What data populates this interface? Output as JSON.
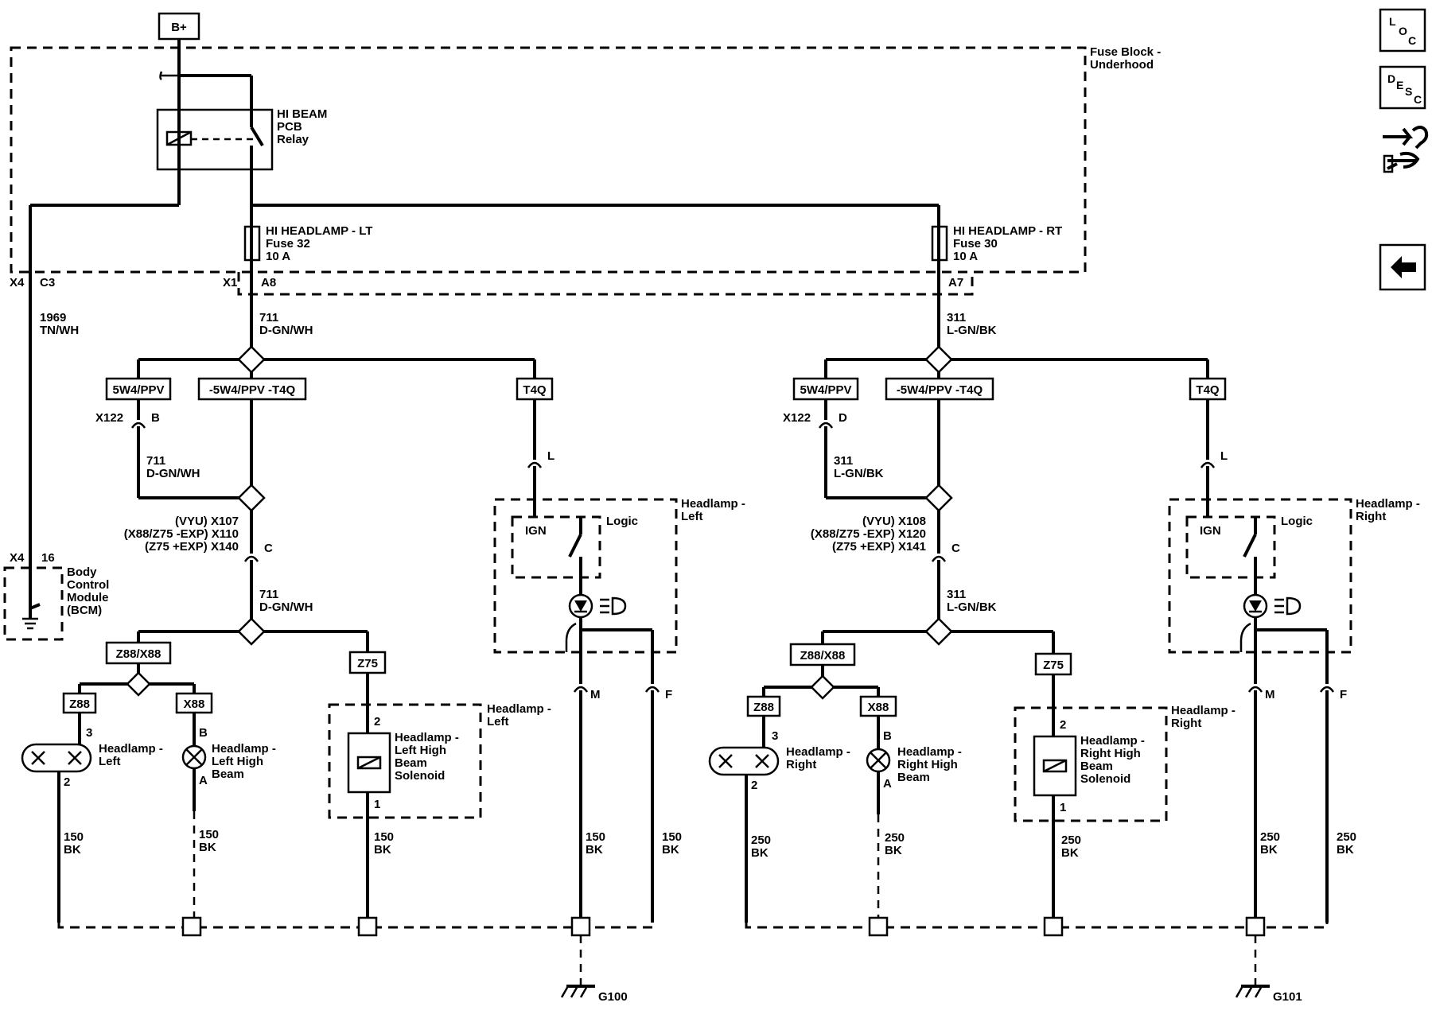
{
  "power": {
    "label": "B+"
  },
  "fuse_block": {
    "label_1": "Fuse Block -",
    "label_2": "Underhood"
  },
  "relay": {
    "line1": "HI BEAM",
    "line2": "PCB",
    "line3": "Relay"
  },
  "fuse_left": {
    "line1": "HI HEADLAMP - LT",
    "line2": "Fuse 32",
    "line3": "10 A"
  },
  "fuse_right": {
    "line1": "HI HEADLAMP - RT",
    "line2": "Fuse 30",
    "line3": "10 A"
  },
  "connectors": {
    "x4_c3": [
      "X4",
      "C3"
    ],
    "x1_a8": [
      "X1",
      "A8"
    ],
    "a7": "A7",
    "x4_16": [
      "X4",
      "16"
    ]
  },
  "wires": {
    "w1969": [
      "1969",
      "TN/WH"
    ],
    "w711": [
      "711",
      "D-GN/WH"
    ],
    "w311": [
      "311",
      "L-GN/BK"
    ],
    "w150": [
      "150",
      "BK"
    ],
    "w250": [
      "250",
      "BK"
    ]
  },
  "bcm": [
    "Body",
    "Control",
    "Module",
    "(BCM)"
  ],
  "options": {
    "o5w4": "5W4/PPV",
    "o5w4t4q": "-5W4/PPV -T4Q",
    "t4q": "T4Q",
    "z88x88": "Z88/X88",
    "z88": "Z88",
    "x88": "X88",
    "z75": "Z75"
  },
  "left": {
    "x122": "X122",
    "x122_pin": "B",
    "splice": [
      "(VYU) X107",
      "(X88/Z75 -EXP) X110",
      "(Z75 +EXP) X140"
    ],
    "splice_pin": "C",
    "headlamp_low": [
      "Headlamp -",
      "Left"
    ],
    "headlamp_high": [
      "Headlamp -",
      "Left High",
      "Beam"
    ],
    "solenoid": [
      "Headlamp -",
      "Left High",
      "Beam",
      "Solenoid"
    ],
    "solenoid_box": [
      "Headlamp -",
      "Left"
    ],
    "module": [
      "Headlamp -",
      "Left"
    ],
    "ground": "G100"
  },
  "right": {
    "x122": "X122",
    "x122_pin": "D",
    "splice": [
      "(VYU) X108",
      "(X88/Z75 -EXP) X120",
      "(Z75 +EXP) X141"
    ],
    "splice_pin": "C",
    "headlamp_low": [
      "Headlamp -",
      "Right"
    ],
    "headlamp_high": [
      "Headlamp -",
      "Right High",
      "Beam"
    ],
    "solenoid": [
      "Headlamp -",
      "Right High",
      "Beam",
      "Solenoid"
    ],
    "solenoid_box": [
      "Headlamp -",
      "Right"
    ],
    "module": [
      "Headlamp -",
      "Right"
    ],
    "ground": "G101"
  },
  "module_common": {
    "ign": "IGN",
    "logic": "Logic",
    "pin_l": "L",
    "pin_m": "M",
    "pin_f": "F"
  },
  "pins": {
    "p1": "1",
    "p2": "2",
    "p3": "3",
    "pa": "A",
    "pb": "B"
  },
  "side_buttons": {
    "loc": [
      "L",
      "O",
      "C"
    ],
    "desc": [
      "D",
      "E",
      "S",
      "C"
    ]
  }
}
